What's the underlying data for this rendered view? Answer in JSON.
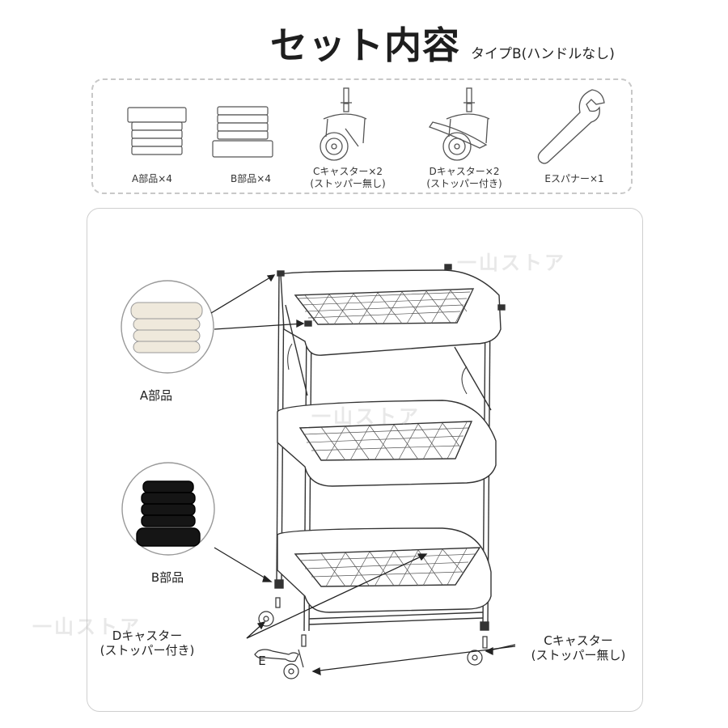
{
  "header": {
    "title": "セット内容",
    "subtitle": "タイプB(ハンドルなし)"
  },
  "parts": [
    {
      "icon": "a-part-cap-icon",
      "line1": "A部品×4",
      "line2": ""
    },
    {
      "icon": "b-part-cap-icon",
      "line1": "B部品×4",
      "line2": ""
    },
    {
      "icon": "caster-icon",
      "line1": "Cキャスター×2",
      "line2": "(ストッパー無し)"
    },
    {
      "icon": "caster-stopper-icon",
      "line1": "Dキャスター×2",
      "line2": "(ストッパー付き)"
    },
    {
      "icon": "wrench-icon",
      "line1": "Eスパナー×1",
      "line2": ""
    }
  ],
  "diagram": {
    "a_part_label": "A部品",
    "b_part_label": "B部品",
    "d_caster_label_1": "Dキャスター",
    "d_caster_label_2": "(ストッパー付き)",
    "c_caster_label_1": "Cキャスター",
    "c_caster_label_2": "(ストッパー無し)",
    "wrench_label": "E"
  },
  "watermark": "一山ストア",
  "colors": {
    "a_part": "#efe9dc",
    "b_part": "#151515",
    "line": "#333333"
  }
}
